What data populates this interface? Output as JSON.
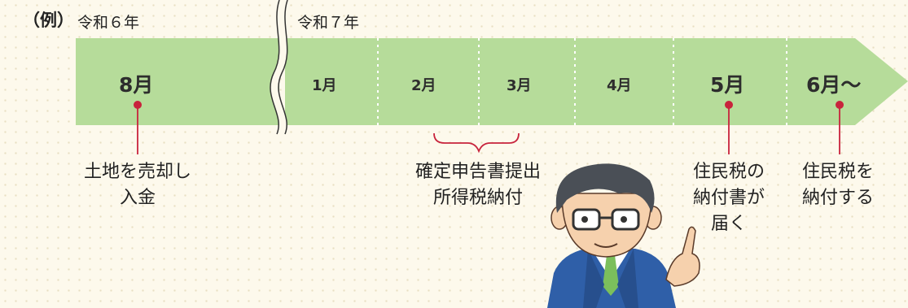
{
  "example_label": "（例）",
  "years": {
    "left": "令和６年",
    "right": "令和７年"
  },
  "months": {
    "aug": "8月",
    "jan": "1月",
    "feb": "2月",
    "mar": "3月",
    "apr": "4月",
    "may": "5月",
    "jun": "6月〜"
  },
  "notes": {
    "sale": [
      "土地を売却し",
      "入金"
    ],
    "filing": [
      "確定申告書提出",
      "所得税納付"
    ],
    "notice": [
      "住民税の",
      "納付書が",
      "届く"
    ],
    "payment": [
      "住民税を",
      "納付する"
    ]
  },
  "colors": {
    "band": "#b6dc9a",
    "marker": "#c8233c",
    "page_bg": "#fdf9ec"
  }
}
